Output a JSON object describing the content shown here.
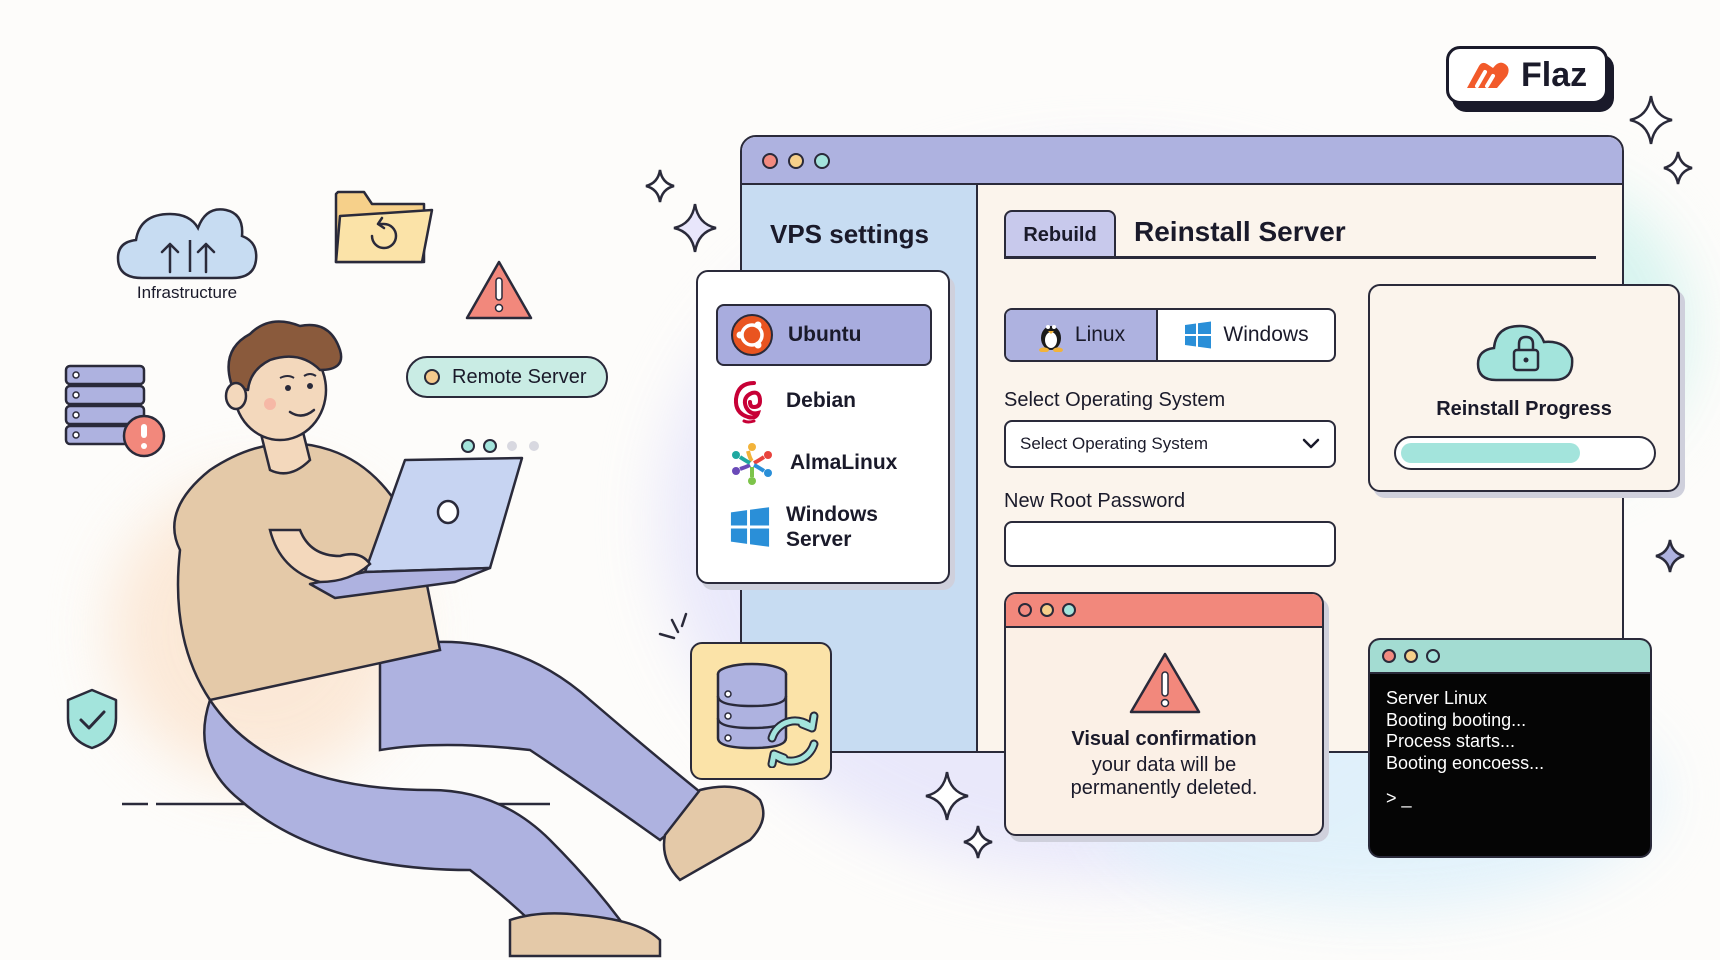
{
  "brand": {
    "name": "Flaz",
    "accent": "#f25a2a"
  },
  "illustration": {
    "infrastructure_label": "Infrastructure",
    "remote_server_label": "Remote Server",
    "icons": [
      "cloud-upload-icon",
      "folder-restore-icon",
      "warning-icon",
      "server-rack-icon",
      "shield-check-icon",
      "database-sync-icon",
      "laptop-icon"
    ]
  },
  "window": {
    "sidebar_title": "VPS settings",
    "os_list": [
      {
        "label": "Ubuntu",
        "icon": "ubuntu-icon",
        "selected": true
      },
      {
        "label": "Debian",
        "icon": "debian-icon",
        "selected": false
      },
      {
        "label": "AlmaLinux",
        "icon": "almalinux-icon",
        "selected": false
      },
      {
        "label": "Windows Server",
        "icon": "windows-icon",
        "selected": false
      }
    ],
    "tab_label": "Rebuild",
    "panel_title": "Reinstall Server",
    "os_toggle": {
      "left": "Linux",
      "right": "Windows",
      "selected": "Linux"
    },
    "select_os": {
      "label": "Select Operating System",
      "value": "Select Operating System"
    },
    "root_password": {
      "label": "New Root Password",
      "value": ""
    }
  },
  "progress": {
    "title": "Reinstall Progress",
    "percent": 72
  },
  "warning": {
    "title": "Visual confirmation",
    "message_line1": "your data will be",
    "message_line2": "permanently deleted."
  },
  "terminal": {
    "lines": [
      "Server Linux",
      "Booting booting...",
      "Process starts...",
      "Booting eoncoess..."
    ],
    "prompt": "> _"
  },
  "colors": {
    "window_bar": "#aeb2e0",
    "sidebar": "#c7dcf2",
    "warning_bar": "#f2887c",
    "terminal_bar": "#a3dcd2",
    "progress_fill": "#a3e4dc"
  }
}
